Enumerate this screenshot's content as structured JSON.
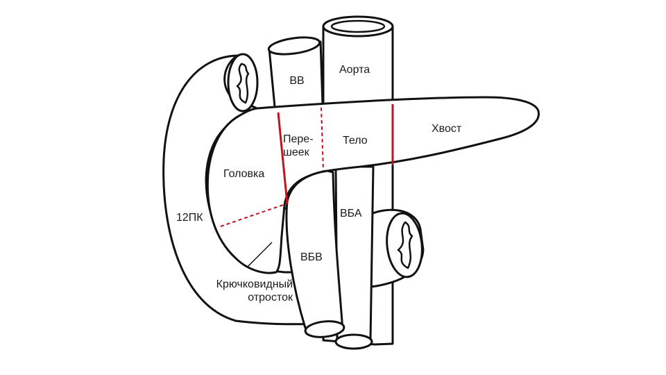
{
  "colors": {
    "outline": "#111111",
    "boundary": "#c1121f",
    "background": "#ffffff"
  },
  "labels": {
    "vv": "ВВ",
    "aorta": "Аорта",
    "isthmus_line1": "Пере-",
    "isthmus_line2": "шеек",
    "body": "Тело",
    "tail": "Хвост",
    "head": "Головка",
    "duodenum": "12ПК",
    "sma": "ВБА",
    "smv": "ВБВ",
    "uncinate_line1": "Крючковидный",
    "uncinate_line2": "отросток"
  }
}
